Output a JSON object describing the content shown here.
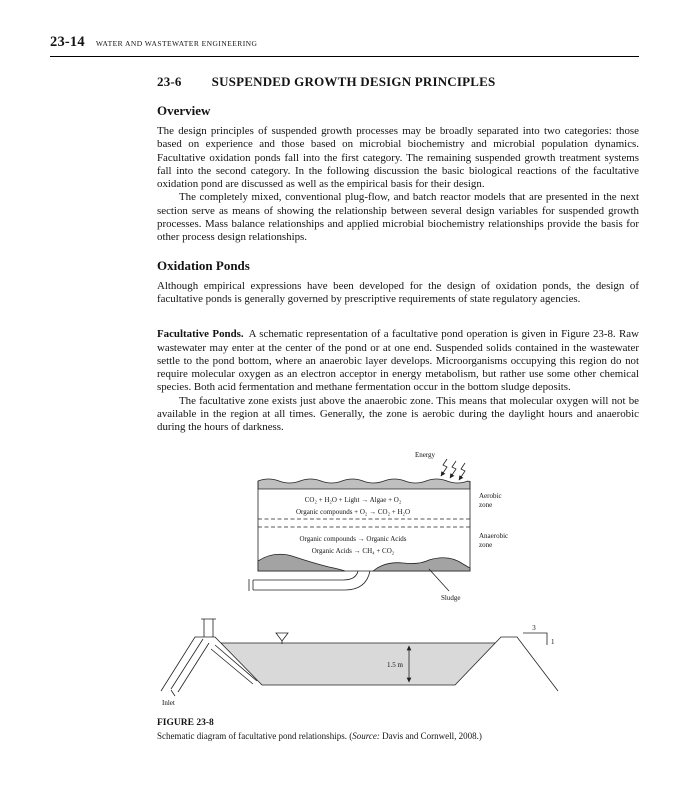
{
  "header": {
    "page_number": "23-14",
    "running_title": "WATER AND WASTEWATER ENGINEERING"
  },
  "section": {
    "number": "23-6",
    "title": "SUSPENDED GROWTH DESIGN PRINCIPLES"
  },
  "overview": {
    "heading": "Overview",
    "para1": "The design principles of suspended growth processes may be broadly separated into two categories: those based on experience and those based on microbial biochemistry and microbial population dynamics. Facultative oxidation ponds fall into the first category. The remaining suspended growth treatment systems fall into the second category. In the following discussion the basic biological reactions of the facultative oxidation pond are discussed as well as the empirical basis for their design.",
    "para2": "The completely mixed, conventional plug-flow, and batch reactor models that are presented in the next section serve as means of showing the relationship between several design variables for suspended growth processes. Mass balance relationships and applied microbial biochemistry relationships provide the basis for other process design relationships."
  },
  "oxidation": {
    "heading": "Oxidation Ponds",
    "para1": "Although empirical expressions have been developed for the design of oxidation ponds, the design of facultative ponds is generally governed by prescriptive requirements of state regulatory agencies.",
    "facultative_label": "Facultative Ponds.",
    "facultative_text": "A schematic representation of a facultative pond operation is given in Figure 23-8. Raw wastewater may enter at the center of the pond or at one end. Suspended solids contained in the wastewater settle to the pond bottom, where an anaerobic layer develops. Microorganisms occupying this region do not require molecular oxygen as an electron acceptor in energy metabolism, but rather use some other chemical species. Both acid fermentation and methane fermentation occur in the bottom sludge deposits.",
    "para2": "The facultative zone exists just above the anaerobic zone. This means that molecular oxygen will not be available in the region at all times. Generally, the zone is aerobic during the daylight hours and anaerobic during the hours of darkness."
  },
  "figure": {
    "energy_label": "Energy",
    "aerobic_eq1": "CO₂ + H₂O + Light → Algae + O₂",
    "aerobic_eq2": "Organic compounds + O₂ → CO₂ + H₂O",
    "anaerobic_eq1": "Organic compounds → Organic Acids",
    "anaerobic_eq2": "Organic Acids → CH₄ + CO₂",
    "aerobic_zone_label_line1": "Aerobic",
    "aerobic_zone_label_line2": "zone",
    "anaerobic_zone_label_line1": "Anaerobic",
    "anaerobic_zone_label_line2": "zone",
    "sludge_label": "Sludge",
    "depth_label": "1.5 m",
    "slope_numerator": "3",
    "slope_denominator": "1",
    "inlet_label": "Inlet",
    "caption_label": "FIGURE 23-8",
    "caption_before_source": "Schematic diagram of facultative pond relationships. (",
    "caption_source_word": "Source:",
    "caption_after_source": " Davis and Cornwell, 2008.)"
  }
}
